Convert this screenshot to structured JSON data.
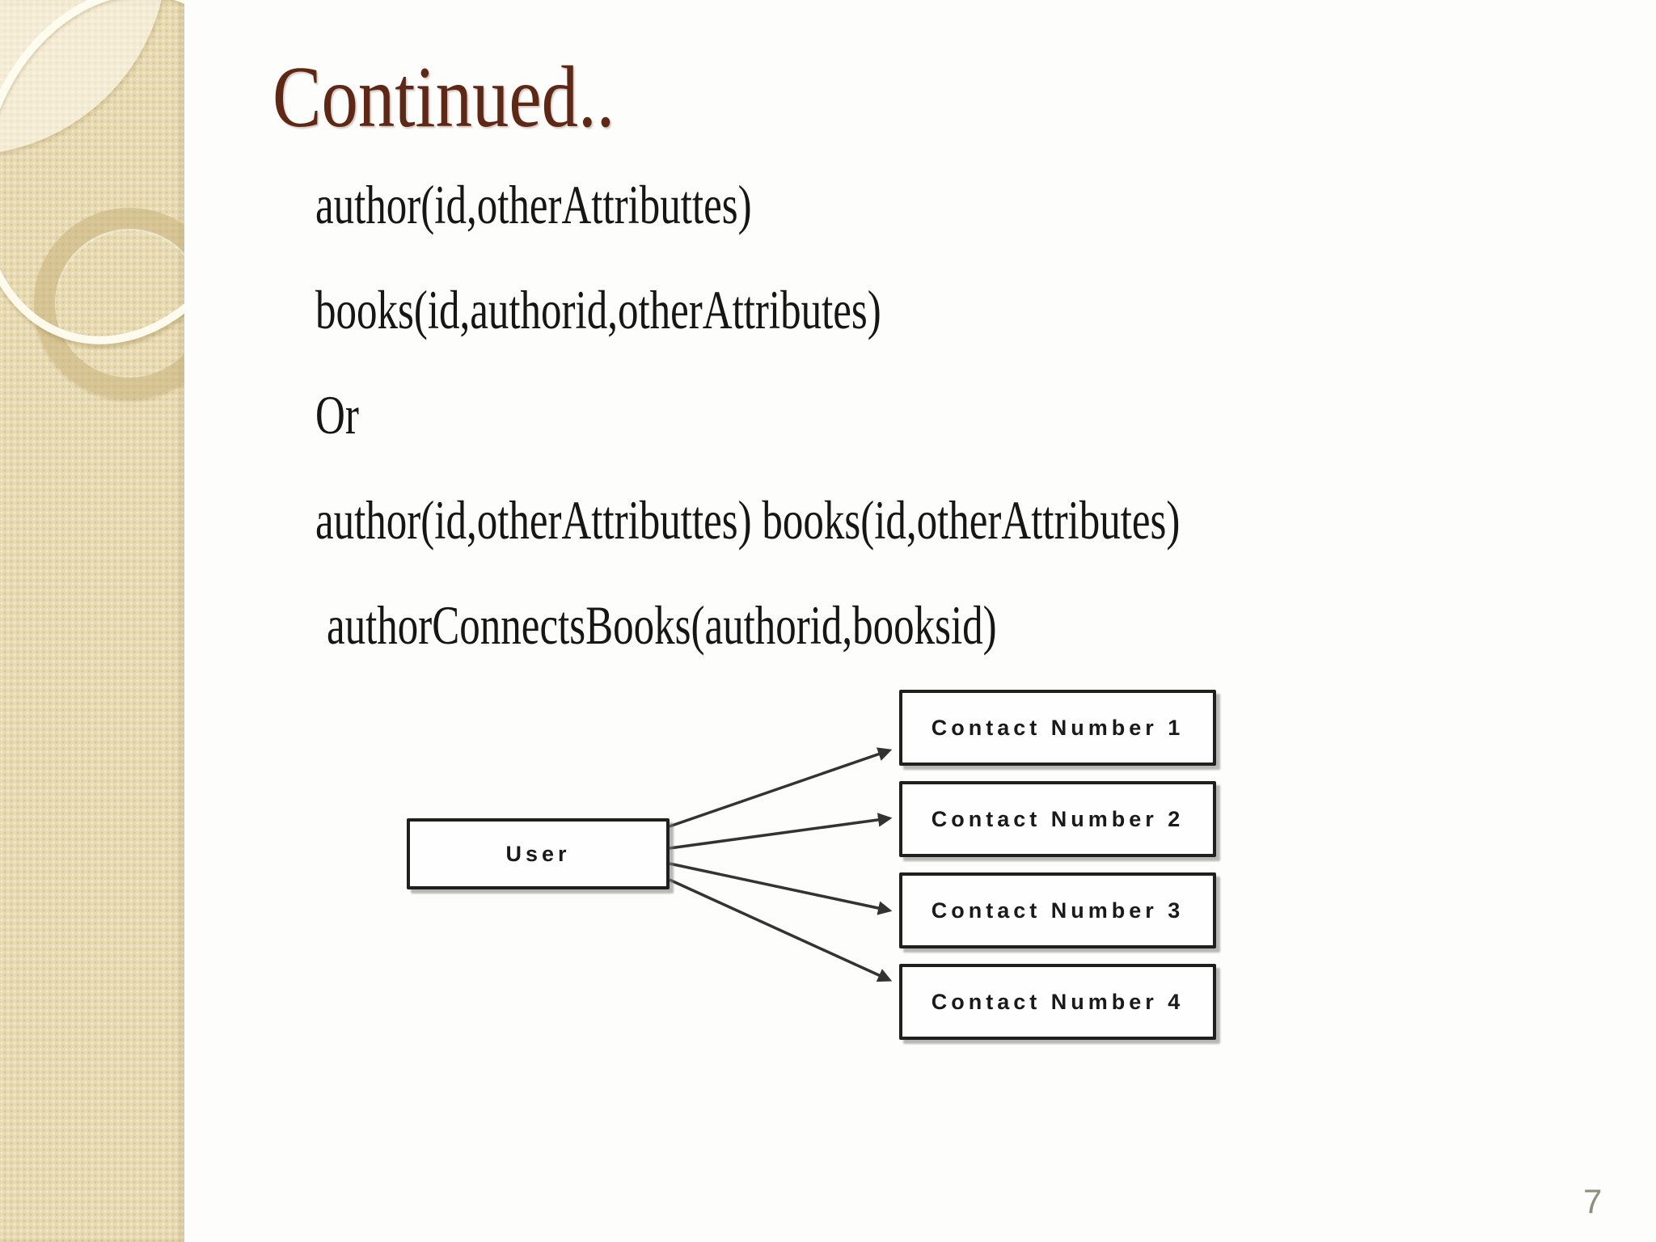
{
  "slide": {
    "title": "Continued..",
    "page_number": "7",
    "body_lines": [
      "author(id,otherAttributtes)",
      "books(id,authorid,otherAttributes)",
      "Or",
      "author(id,otherAttributtes) books(id,otherAttributes)",
      "authorConnectsBooks(authorid,booksid)"
    ]
  },
  "diagram": {
    "source_box": "User",
    "target_boxes": [
      "Contact Number 1",
      "Contact Number 2",
      "Contact Number 3",
      "Contact Number 4"
    ]
  },
  "colors": {
    "title": "#5e2817",
    "body_text": "#161616",
    "sidebar_base": "#e8dbb2",
    "slide_background": "#fdfdfb",
    "box_border": "#1f1f1f",
    "arrow": "#333333",
    "page_number": "#8f8f7d"
  }
}
